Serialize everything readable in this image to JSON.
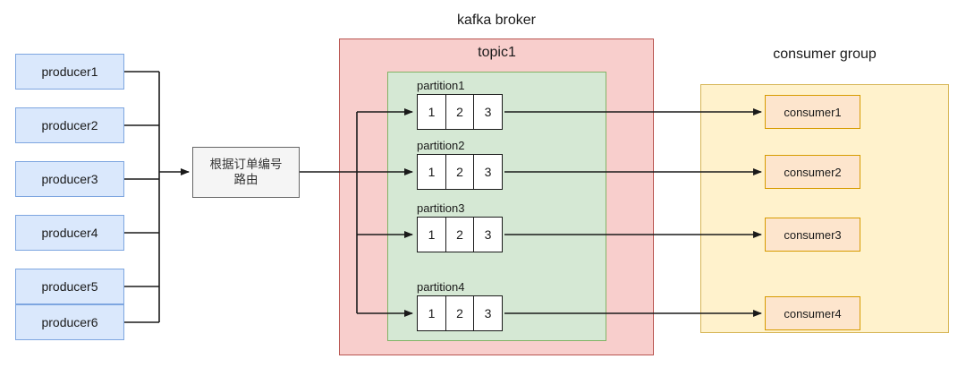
{
  "diagram": {
    "title_broker": "kafka broker",
    "title_topic": "topic1",
    "title_consumer_group": "consumer group",
    "router": {
      "line1": "根据订单编号",
      "line2": "路由"
    },
    "producers": [
      {
        "label": "producer1"
      },
      {
        "label": "producer2"
      },
      {
        "label": "producer3"
      },
      {
        "label": "producer4"
      },
      {
        "label": "producer5"
      },
      {
        "label": "producer6"
      }
    ],
    "partitions": [
      {
        "label": "partition1",
        "cells": [
          "1",
          "2",
          "3"
        ]
      },
      {
        "label": "partition2",
        "cells": [
          "1",
          "2",
          "3"
        ]
      },
      {
        "label": "partition3",
        "cells": [
          "1",
          "2",
          "3"
        ]
      },
      {
        "label": "partition4",
        "cells": [
          "1",
          "2",
          "3"
        ]
      }
    ],
    "consumers": [
      {
        "label": "consumer1"
      },
      {
        "label": "consumer2"
      },
      {
        "label": "consumer3"
      },
      {
        "label": "consumer4"
      }
    ],
    "colors": {
      "producer_fill": "#dae8fc",
      "producer_stroke": "#7ea6e0",
      "broker_fill": "#f8cecc",
      "broker_stroke": "#b85450",
      "topic_fill": "#d5e8d4",
      "topic_stroke": "#82b366",
      "consumer_group_fill": "#fff2cc",
      "consumer_group_stroke": "#d6b656",
      "consumer_fill": "#fde5cd",
      "consumer_stroke": "#d79b00",
      "router_fill": "#f5f5f5",
      "router_stroke": "#666666",
      "wire": "#1a1a1a"
    }
  }
}
